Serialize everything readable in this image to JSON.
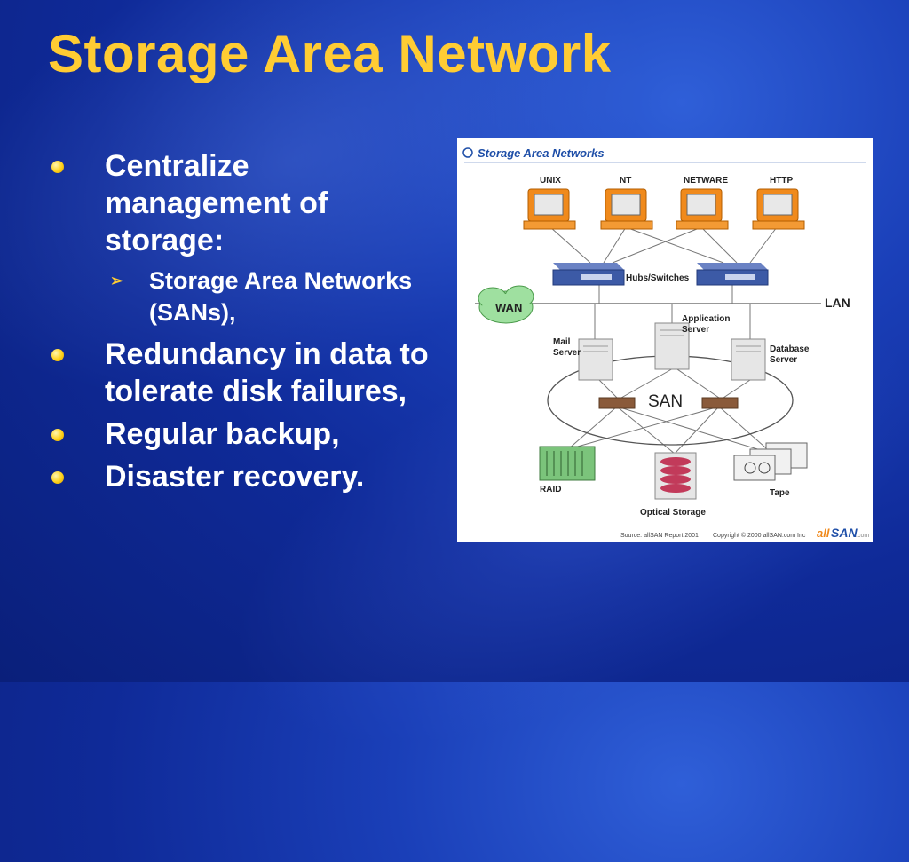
{
  "slide": {
    "title": "Storage Area Network",
    "bullets": [
      {
        "text": "Centralize management of storage:",
        "sub": [
          {
            "text": "Storage Area Networks (SANs),"
          }
        ]
      },
      {
        "text": "Redundancy in data to tolerate disk failures,"
      },
      {
        "text": "Regular backup,"
      },
      {
        "text": "Disaster recovery."
      }
    ]
  },
  "diagram": {
    "header": "Storage Area Networks",
    "clients": [
      "UNIX",
      "NT",
      "NETWARE",
      "HTTP"
    ],
    "hubs_label": "Hubs/Switches",
    "wan_label": "WAN",
    "lan_label": "LAN",
    "servers": {
      "mail": "Mail Server",
      "application": "Application Server",
      "database": "Database Server"
    },
    "san_label": "SAN",
    "storage": {
      "raid": "RAID",
      "optical": "Optical Storage",
      "tape": "Tape"
    },
    "footer_source": "Source: allSAN Report 2001",
    "footer_copyright": "Copyright © 2000 allSAN.com Inc",
    "logo": {
      "prefix": "all",
      "main": "SAN",
      "suffix": ".com"
    },
    "colors": {
      "header_blue": "#1f4fa8",
      "monitor_orange": "#f08a1c",
      "hub_blue": "#3c5aa6",
      "logo_orange": "#f08a1c"
    }
  }
}
